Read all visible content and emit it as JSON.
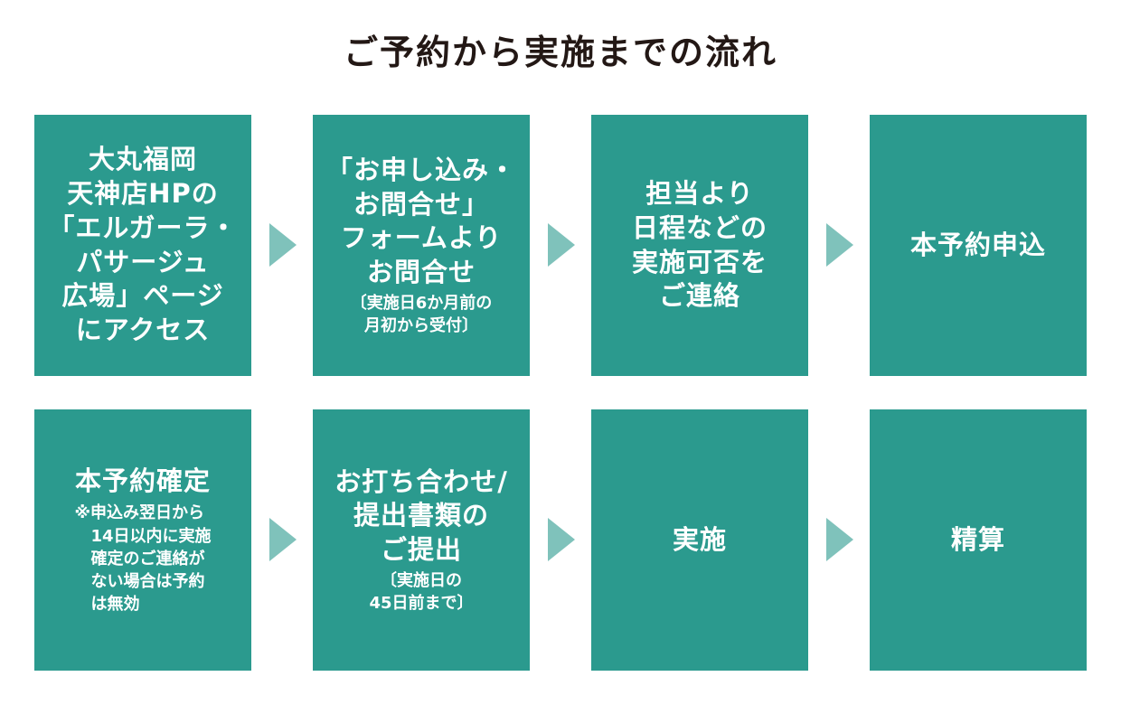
{
  "title": "ご予約から実施までの流れ",
  "colors": {
    "box": "#2b9a8e",
    "arrow": "#7fc2bb",
    "title": "#231815"
  },
  "steps": [
    {
      "main": "大丸福岡\n天神店HPの\n「エルガーラ・\nパサージュ\n広場」ページ\nにアクセス"
    },
    {
      "main": "「お申し込み・\nお問合せ」\nフォームより\nお問合せ",
      "sub": "〔実施日6か月前の\n月初から受付〕"
    },
    {
      "main": "担当より\n日程などの\n実施可否を\nご連絡"
    },
    {
      "main": "本予約申込"
    },
    {
      "main": "本予約確定",
      "note": "※申込み翌日から\n14日以内に実施\n確定のご連絡が\nない場合は予約\nは無効"
    },
    {
      "main": "お打ち合わせ/\n提出書類の\nご提出",
      "sub": "〔実施日の\n45日前まで〕"
    },
    {
      "main": "実施"
    },
    {
      "main": "精算"
    }
  ]
}
